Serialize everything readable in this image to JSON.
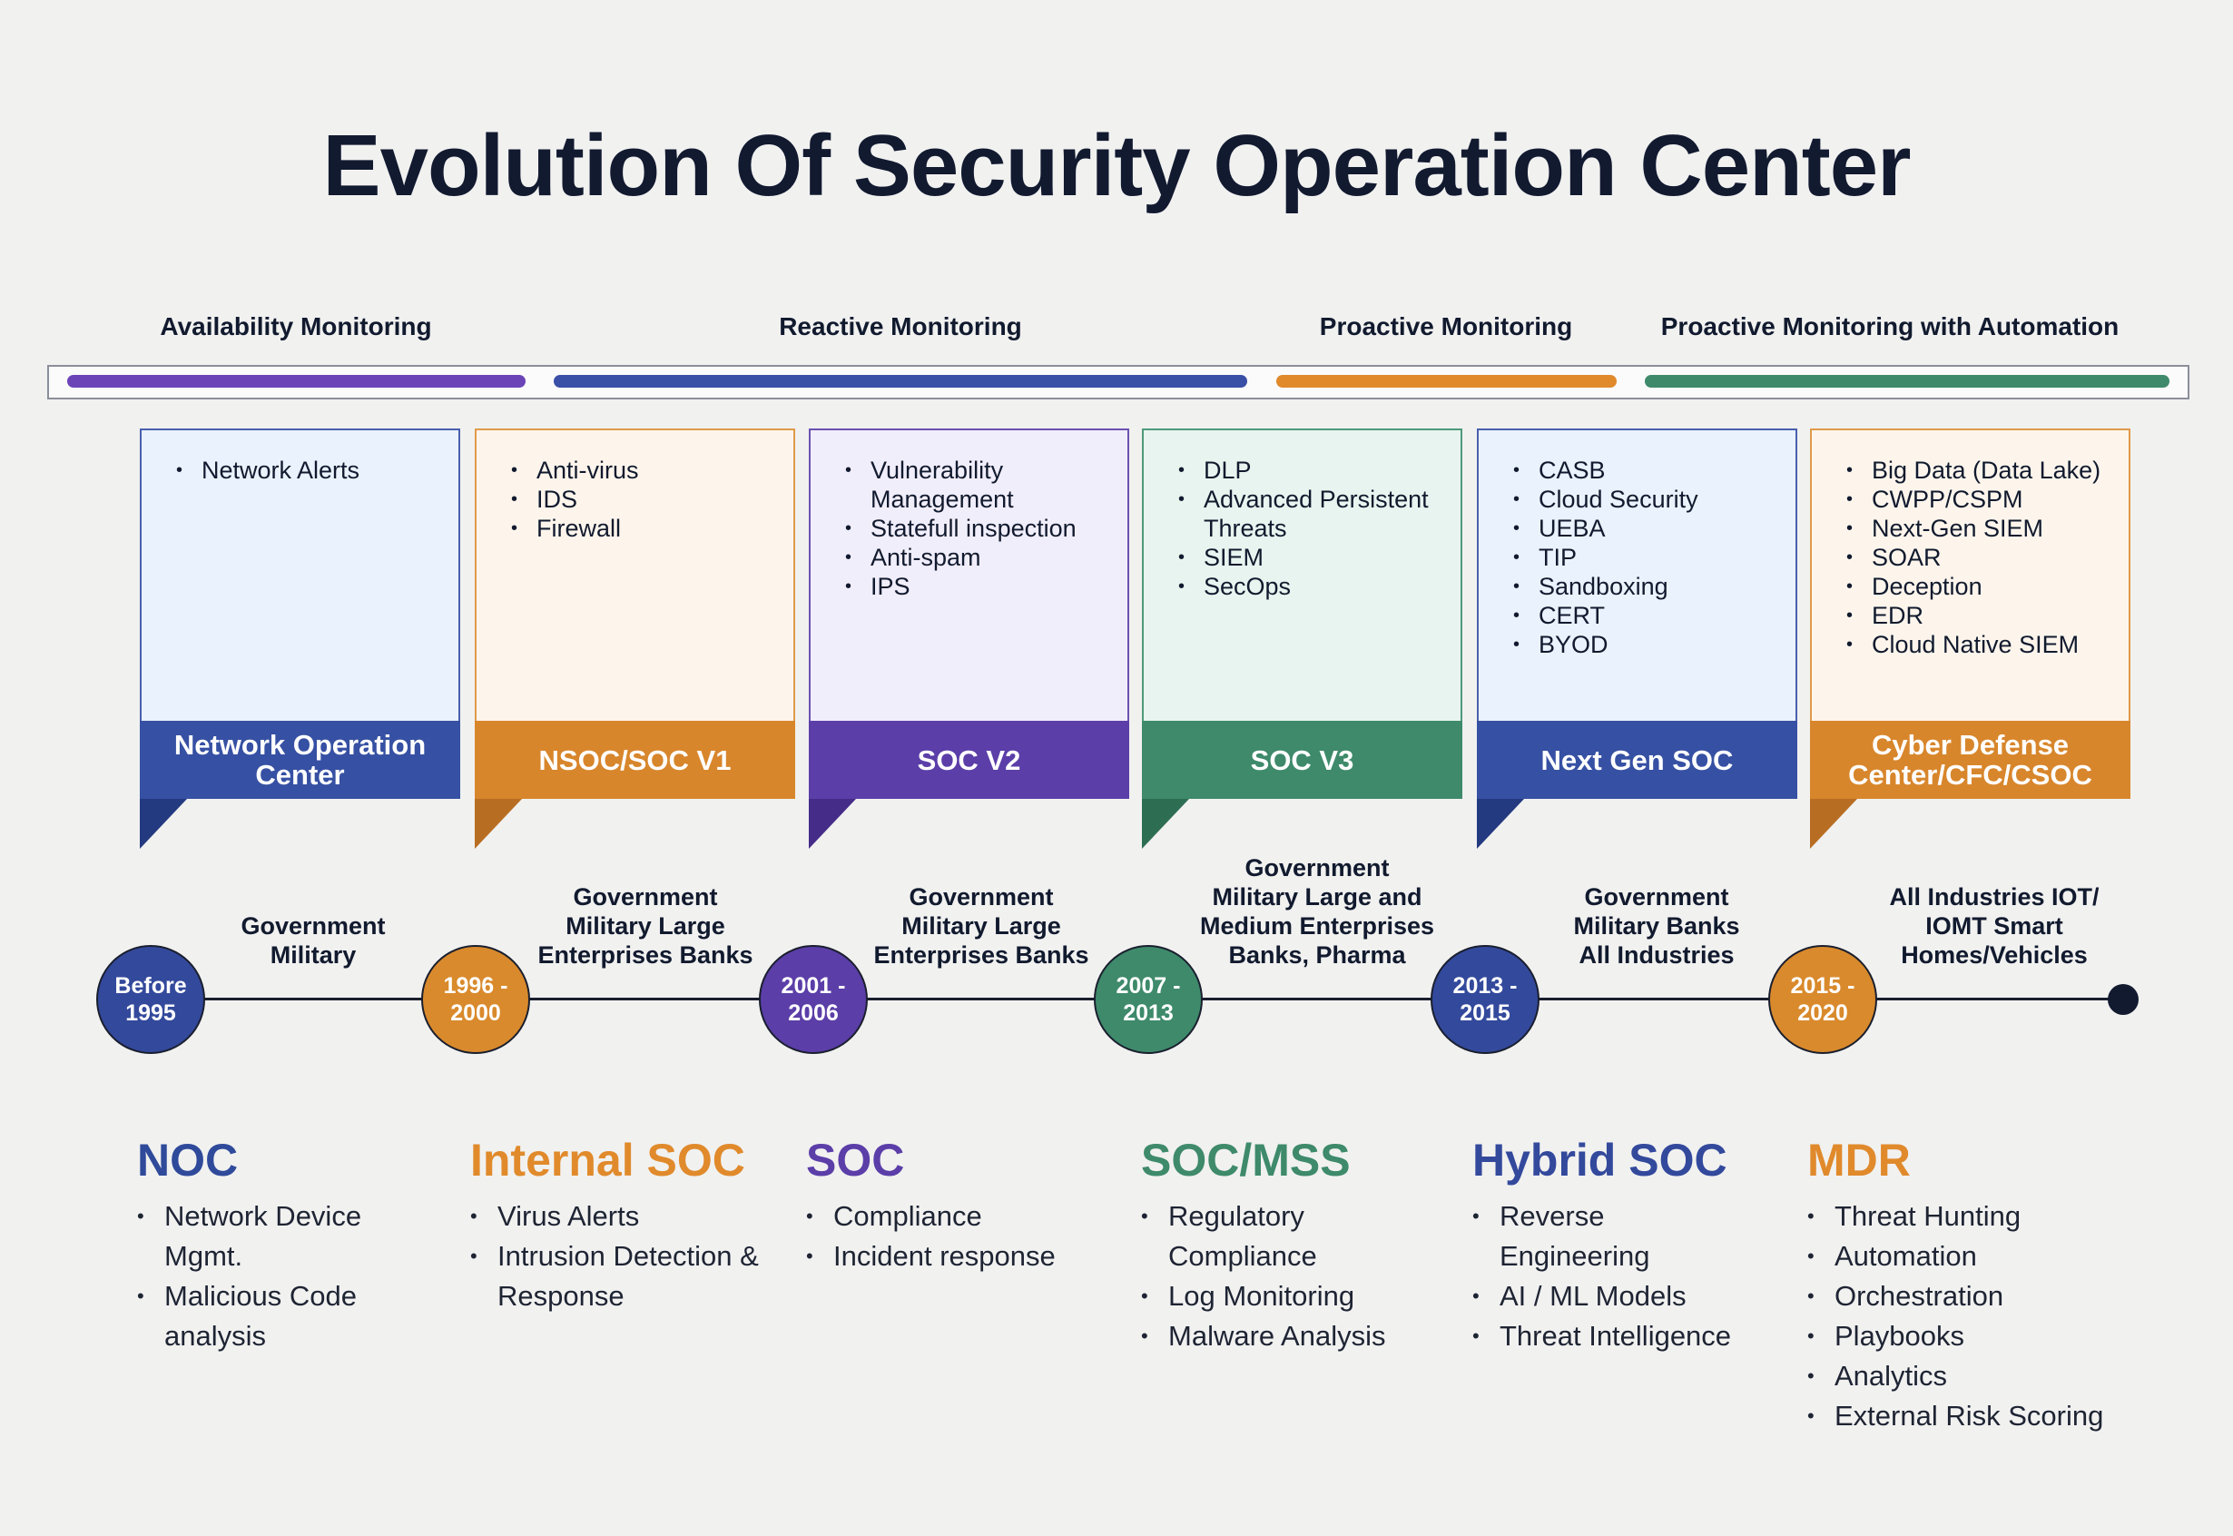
{
  "title": "Evolution Of Security Operation Center",
  "phases": [
    {
      "label": "Availability Monitoring",
      "color": "#6b44b8"
    },
    {
      "label": "Reactive Monitoring",
      "color": "#3a4fa6"
    },
    {
      "label": "Proactive Monitoring",
      "color": "#e08a2c"
    },
    {
      "label": "Proactive Monitoring with Automation",
      "color": "#3f8a6b"
    }
  ],
  "cards": [
    {
      "heading": "Network Operation Center",
      "items": [
        "Network Alerts"
      ],
      "color": "#3650a3",
      "fill": "#eaf2fd",
      "border": "#4a5fae",
      "tri": "#243a80"
    },
    {
      "heading": "NSOC/SOC V1",
      "items": [
        "Anti-virus",
        "IDS",
        "Firewall"
      ],
      "color": "#d8862c",
      "fill": "#fdf5ec",
      "border": "#e09a4a",
      "tri": "#b86e22"
    },
    {
      "heading": "SOC V2",
      "items": [
        "Vulnerability Management",
        "Statefull inspection",
        "Anti-spam",
        "IPS"
      ],
      "color": "#5b3ea8",
      "fill": "#f1eefb",
      "border": "#6a52b0",
      "tri": "#452c88"
    },
    {
      "heading": "SOC V3",
      "items": [
        "DLP",
        "Advanced Persistent Threats",
        "SIEM",
        "SecOps"
      ],
      "color": "#3e8a6b",
      "fill": "#e8f4ef",
      "border": "#4f9a7a",
      "tri": "#2d6e53"
    },
    {
      "heading": "Next Gen SOC",
      "items": [
        "CASB",
        "Cloud Security",
        "UEBA",
        "TIP",
        "Sandboxing",
        "CERT",
        "BYOD"
      ],
      "color": "#3650a3",
      "fill": "#eaf2fd",
      "border": "#4a5fae",
      "tri": "#243a80"
    },
    {
      "heading": "Cyber Defense Center/CFC/CSOC",
      "items": [
        "Big Data (Data Lake)",
        "CWPP/CSPM",
        "Next-Gen SIEM",
        "SOAR",
        "Deception",
        "EDR",
        "Cloud Native SIEM"
      ],
      "color": "#d8862c",
      "fill": "#fdf5ec",
      "border": "#e09a4a",
      "tri": "#b86e22"
    }
  ],
  "timeline": [
    {
      "period": "Before 1995",
      "audience": "Government Military",
      "color": "#33499c"
    },
    {
      "period": "1996 - 2000",
      "audience": "Government Military Large Enterprises Banks",
      "color": "#d98a2c"
    },
    {
      "period": "2001 - 2006",
      "audience": "Government Military Large Enterprises Banks",
      "color": "#5b3ea8"
    },
    {
      "period": "2007 - 2013",
      "audience": "Government Military Large and Medium Enterprises Banks, Pharma",
      "color": "#3e8a6b"
    },
    {
      "period": "2013 - 2015",
      "audience": "Government Military Banks All Industries",
      "color": "#33499c"
    },
    {
      "period": "2015 - 2020",
      "audience": "All Industries IOT/ IOMT Smart Homes/Vehicles",
      "color": "#d98a2c"
    }
  ],
  "audience_lines": [
    [
      "Government",
      "Military"
    ],
    [
      "Government",
      "Military Large",
      "Enterprises Banks"
    ],
    [
      "Government",
      "Military Large",
      "Enterprises Banks"
    ],
    [
      "Government",
      "Military Large and",
      "Medium Enterprises",
      "Banks, Pharma"
    ],
    [
      "Government",
      "Military Banks",
      "All Industries"
    ],
    [
      "All Industries IOT/",
      "IOMT Smart",
      "Homes/Vehicles"
    ]
  ],
  "eras": [
    {
      "name": "NOC",
      "color": "#2f4a9a",
      "items": [
        "Network Device Mgmt.",
        "Malicious Code analysis"
      ]
    },
    {
      "name": "Internal SOC",
      "color": "#e08a2c",
      "items": [
        "Virus Alerts",
        "Intrusion Detection & Response"
      ]
    },
    {
      "name": "SOC",
      "color": "#5b3ea8",
      "items": [
        "Compliance",
        "Incident response"
      ]
    },
    {
      "name": "SOC/MSS",
      "color": "#3e8a6b",
      "items": [
        "Regulatory Compliance",
        "Log Monitoring",
        "Malware Analysis"
      ]
    },
    {
      "name": "Hybrid SOC",
      "color": "#33499c",
      "items": [
        "Reverse Engineering",
        "AI / ML Models",
        "Threat Intelligence"
      ]
    },
    {
      "name": "MDR",
      "color": "#e08a2c",
      "items": [
        "Threat Hunting",
        "Automation",
        "Orchestration",
        "Playbooks",
        "Analytics",
        "External Risk Scoring"
      ]
    }
  ]
}
